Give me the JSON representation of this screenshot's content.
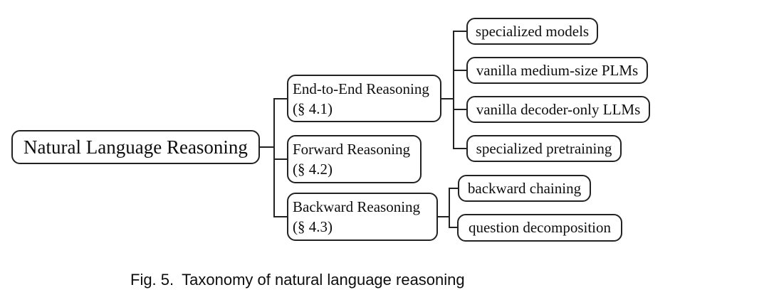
{
  "figure": {
    "caption_prefix": "Fig. 5.",
    "caption_text": "Taxonomy of natural language reasoning"
  },
  "taxonomy": {
    "root": {
      "label": "Natural Language Reasoning"
    },
    "branches": [
      {
        "label": "End-to-End Reasoning",
        "section": "(§ 4.1)",
        "children": [
          {
            "label": "specialized models"
          },
          {
            "label": "vanilla medium-size PLMs"
          },
          {
            "label": "vanilla decoder-only LLMs"
          },
          {
            "label": "specialized pretraining"
          }
        ]
      },
      {
        "label": "Forward Reasoning",
        "section": "(§ 4.2)",
        "children": []
      },
      {
        "label": "Backward Reasoning",
        "section": "(§ 4.3)",
        "children": [
          {
            "label": "backward chaining"
          },
          {
            "label": "question decomposition"
          }
        ]
      }
    ]
  },
  "style": {
    "box_border_color": "#222222",
    "line_color": "#222222",
    "text_color": "#0e0e0e",
    "background": "#ffffff"
  }
}
